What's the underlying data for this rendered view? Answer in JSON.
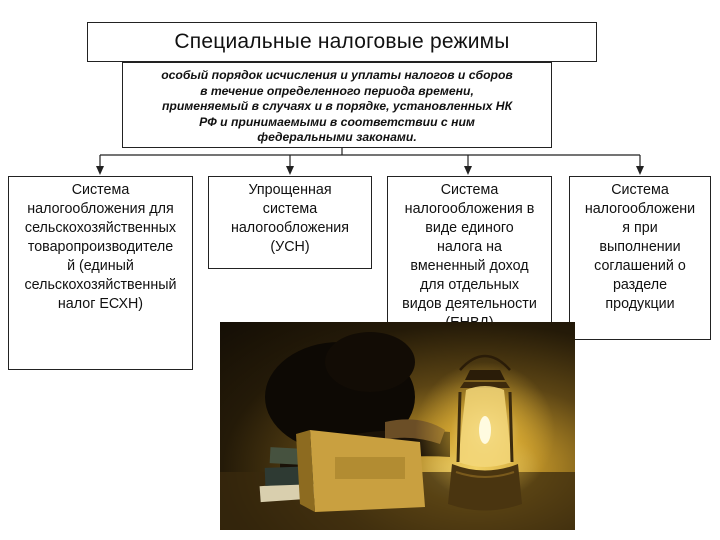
{
  "title": "Специальные налоговые режимы",
  "definition": [
    "особый порядок исчисления и уплаты налогов и сборов",
    "в течение определенного периода времени,",
    "применяемый в случаях и в порядке, установленных НК",
    "РФ и принимаемыми в соответствии с ним",
    "федеральными законами."
  ],
  "categories": [
    {
      "lines": [
        "Система",
        "налогообложения для",
        "сельскохозяйственных",
        "товаропроизводителе",
        "й (единый",
        "сельскохозяйственный",
        "налог ЕСХН)"
      ]
    },
    {
      "lines": [
        "Упрощенная",
        "система",
        "налогообложения",
        "(УСН)"
      ]
    },
    {
      "lines": [
        "Система",
        "налогообложения в",
        "виде единого",
        "налога на",
        "вмененный доход",
        "для отдельных",
        "видов деятельности",
        "(ЕНВД)"
      ]
    },
    {
      "lines": [
        "Система",
        "налогообложени",
        "я при",
        "выполнении",
        "соглашений о",
        "разделе",
        "продукции"
      ]
    }
  ],
  "colors": {
    "border": "#222222",
    "text": "#111111",
    "photo_glow": "#f8e58a"
  }
}
